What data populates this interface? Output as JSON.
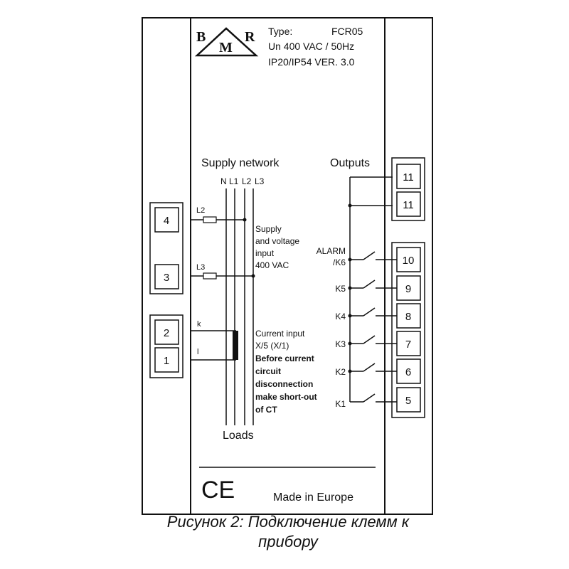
{
  "header": {
    "logo_letters": [
      "B",
      "M",
      "R"
    ],
    "line1_label": "Type:",
    "line1_value": "FCR05",
    "line2": "Un 400 VAC / 50Hz",
    "line3": "IP20/IP54  VER. 3.0"
  },
  "supply": {
    "title": "Supply network",
    "bus_labels": [
      "N",
      "L1",
      "L2",
      "L3"
    ],
    "wire_L2": "L2",
    "wire_L3": "L3",
    "supply_text": [
      "Supply",
      "and voltage",
      "input",
      "400 VAC"
    ],
    "ct_k": "k",
    "ct_l": "l",
    "current_text": [
      "Current input",
      "X/5 (X/1)"
    ],
    "warning_text": [
      "Before current",
      "circuit",
      "disconnection",
      "make short-out",
      "of CT"
    ],
    "loads": "Loads"
  },
  "left_terminals": [
    "4",
    "3",
    "2",
    "1"
  ],
  "outputs": {
    "title": "Outputs",
    "terminals": [
      "11",
      "11",
      "10",
      "9",
      "8",
      "7",
      "6",
      "5"
    ],
    "relays": [
      {
        "label": "ALARM",
        "label2": "/K6"
      },
      {
        "label": "K5"
      },
      {
        "label": "K4"
      },
      {
        "label": "K3"
      },
      {
        "label": "K2"
      },
      {
        "label": "K1"
      }
    ]
  },
  "footer": {
    "ce_mark": "CE",
    "made_in": "Made in Europe"
  },
  "caption": {
    "line1": "Рисунок 2: Подключение клемм к",
    "line2": "прибору"
  }
}
